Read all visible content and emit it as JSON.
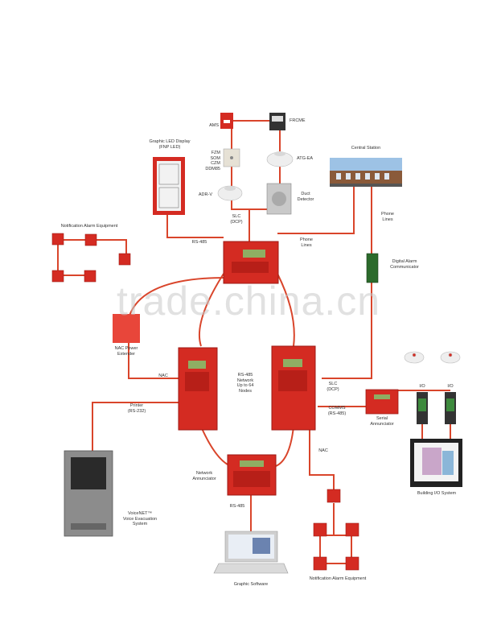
{
  "watermark": "trade.china.cn",
  "colors": {
    "wire": "#d9452b",
    "panel": "#d42b22",
    "panel_dark": "#9e1a14",
    "screen": "#8fae63"
  },
  "labels": {
    "ams": "AMS",
    "frcme": "FRCME",
    "graphic_led": "Graphic LED Display\n(FNP LED)",
    "modules": "FZM\nSOM\nCZM\nDDM85",
    "atg_ea": "ATG-EA",
    "central_station": "Central Station",
    "adr_v": "ADR-V",
    "duct_detector": "Duct\nDetector",
    "slc_top": "SLC\n(DCP)",
    "rs485_top": "RS-485",
    "phone_lines_mid": "Phone\nLines",
    "phone_lines_right": "Phone\nLines",
    "notif_top": "Notification Alarm Equipment",
    "digital_comm": "Digital Alarm\nCommunicator",
    "nac_power": "NAC Power\nExtender",
    "nac_left": "NAC",
    "network": "RS-485\nNetwork\nUp to 64\nNodes",
    "slc_right": "SLC\n(DCP)",
    "printer": "Printer\n(RS-232)",
    "comms": "COMMS\n(RS-485)",
    "serial_ann": "Serial\nAnnunciator",
    "io_label_1": "I/O",
    "io_label_2": "I/O",
    "nac_right": "NAC",
    "network_ann": "Network\nAnnunciator",
    "building_io": "Building I/O System",
    "voice": "VoiceNET™\nVoice Evacuation\nSystem",
    "rs485_bottom": "RS-485",
    "graphic_software": "Graphic Software",
    "notif_bottom": "Notification Alarm Equipment"
  }
}
